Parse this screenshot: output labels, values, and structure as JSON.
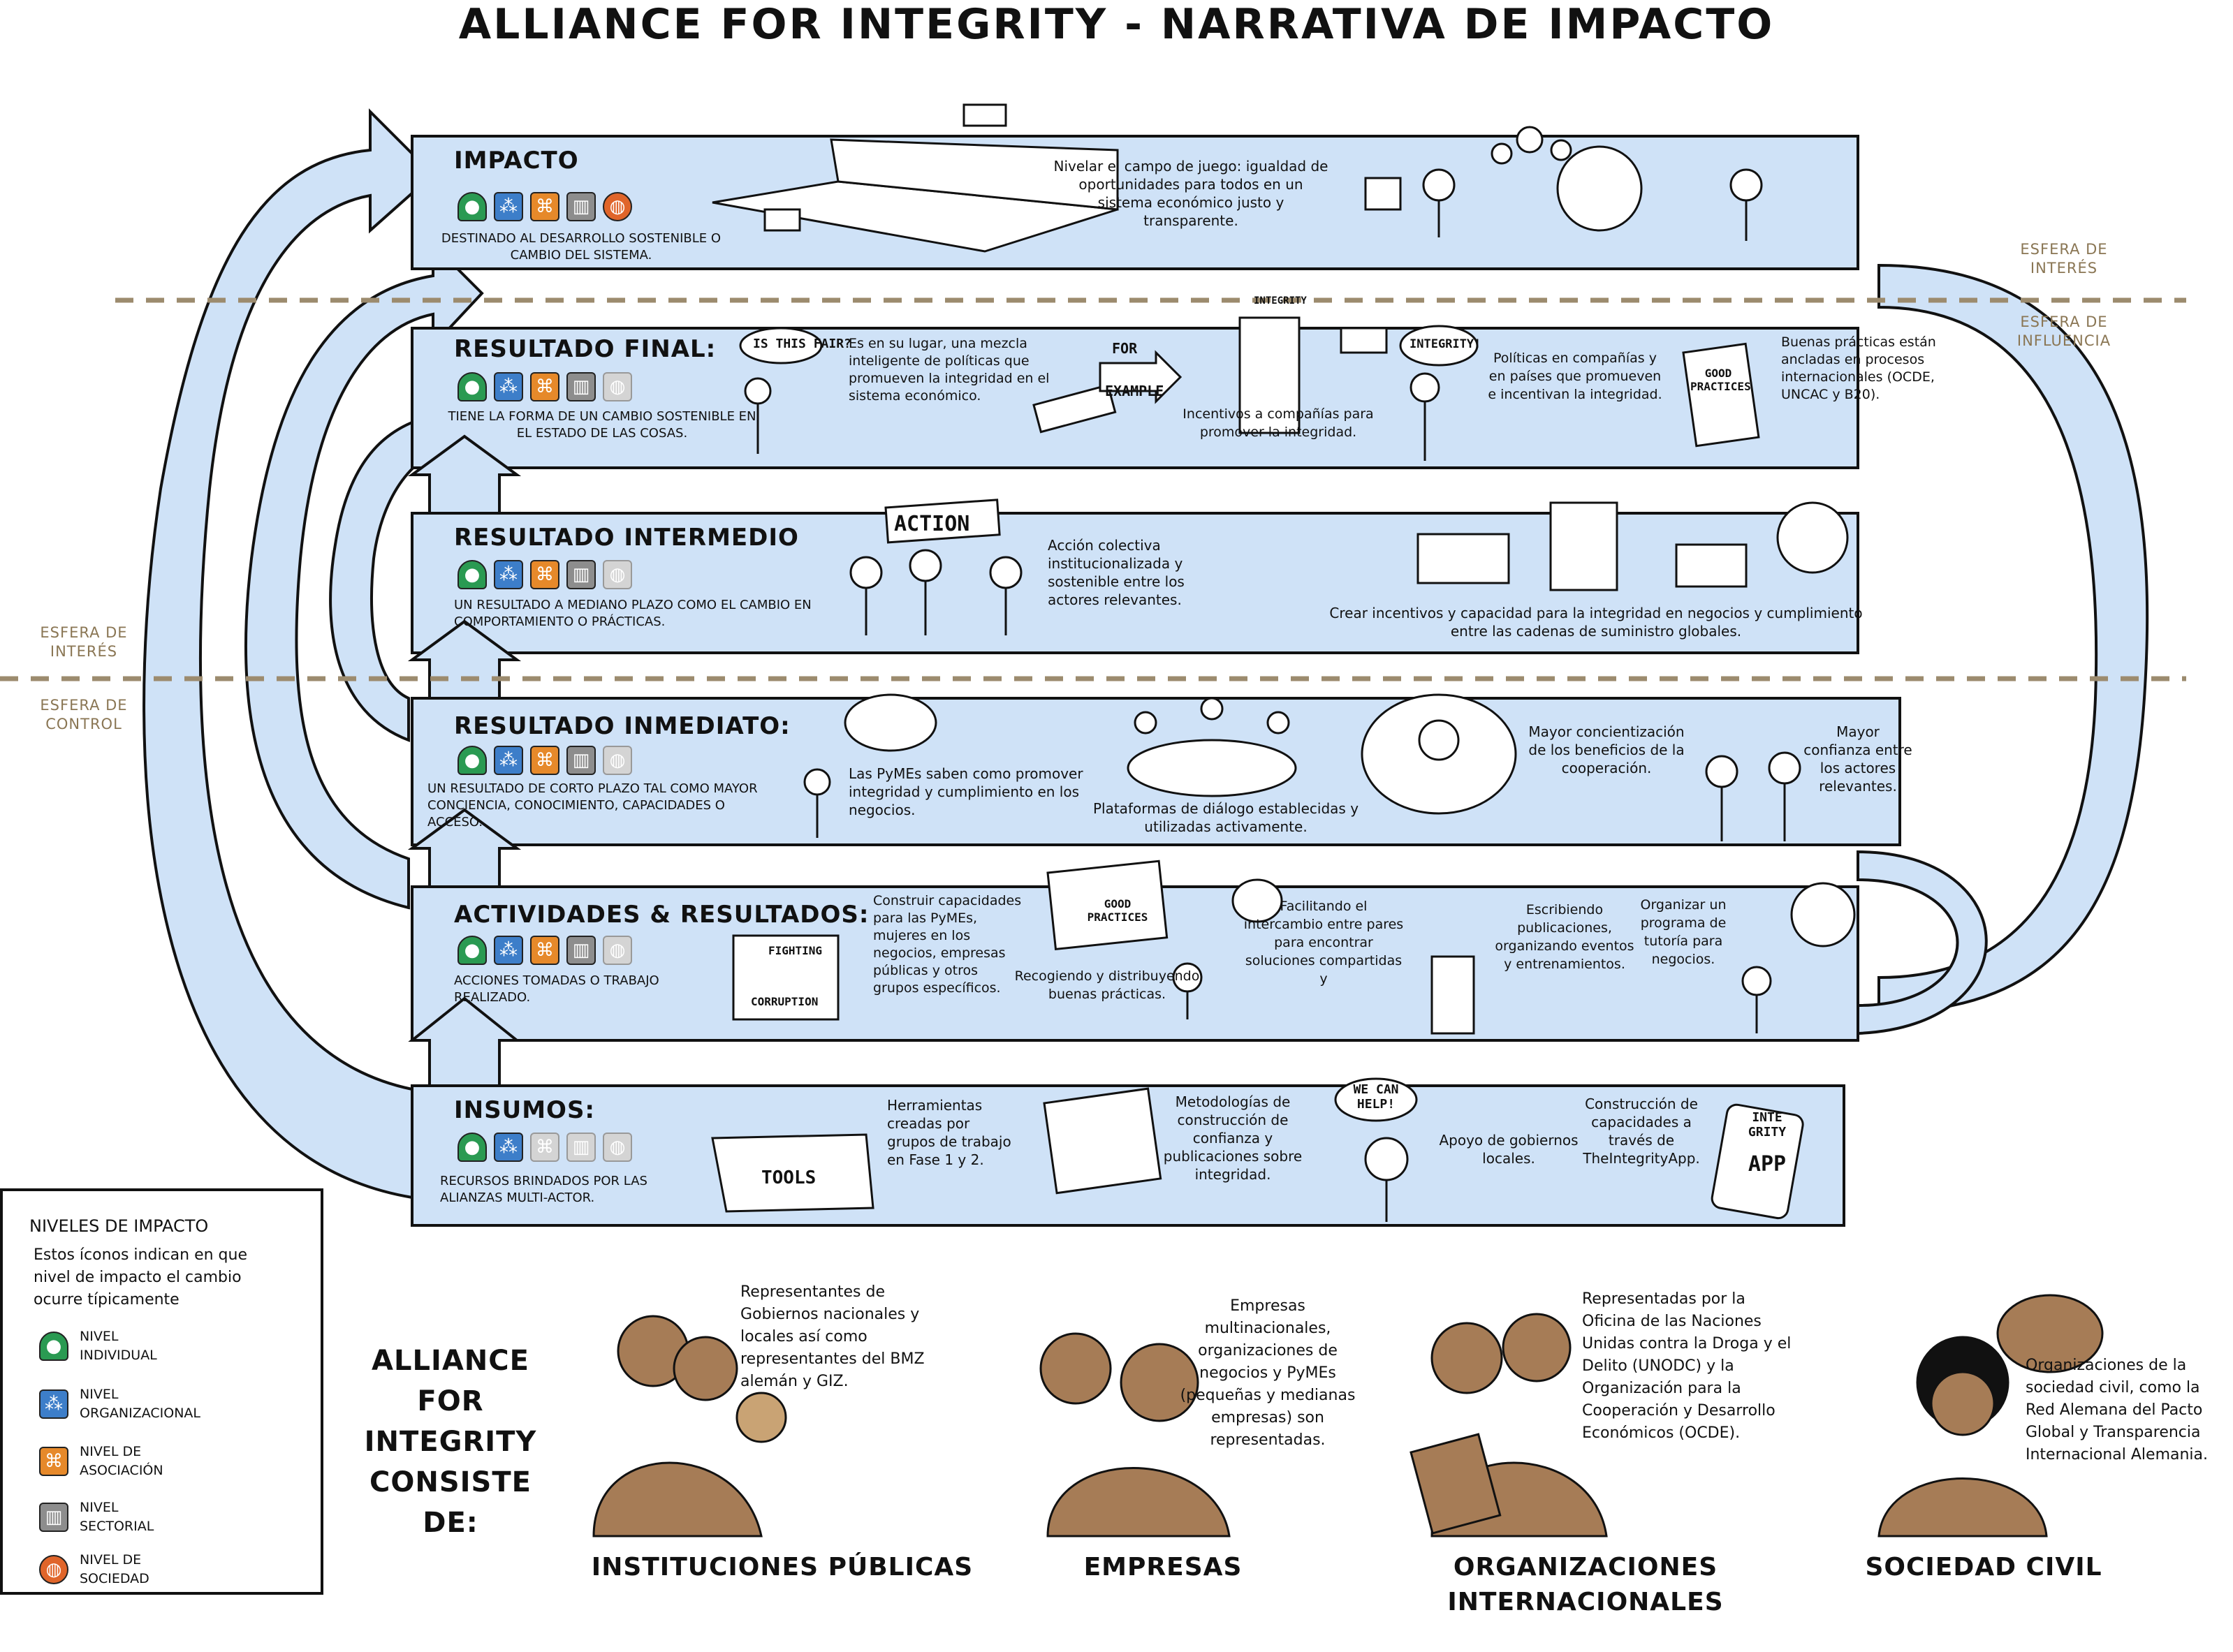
{
  "title": "ALLIANCE FOR INTEGRITY - NARRATIVA DE IMPACTO",
  "spheres": {
    "interes_right": "ESFERA DE INTERÉS",
    "influencia_right": "ESFERA DE INFLUENCIA",
    "interes_left": "ESFERA DE INTERÉS",
    "control_left": "ESFERA DE CONTROL"
  },
  "levels": {
    "impacto": {
      "title": "IMPACTO",
      "desc": "DESTINADO AL DESARROLLO SOSTENIBLE O CAMBIO DEL SISTEMA.",
      "texts": [
        "Nivelar el campo de juego: igualdad de oportunidades para todos en un sistema económico justo y transparente."
      ]
    },
    "final": {
      "title": "RESULTADO FINAL:",
      "desc": "TIENE LA FORMA DE UN CAMBIO SOSTENIBLE EN EL ESTADO DE LAS COSAS.",
      "texts": [
        "Es en su lugar, una mezcla inteligente de políticas que promueven la integridad en el sistema económico.",
        "Incentivos a compañías para promover la integridad.",
        "Políticas en compañías y en países que promueven e incentivan la integridad.",
        "Buenas prácticas están ancladas en procesos internacionales (OCDE, UNCAC y B20)."
      ],
      "bubble1": "IS THIS FAIR?",
      "bubble2": "INTEGRITY!",
      "arrow_label1": "FOR",
      "arrow_label2": "EXAMPLE",
      "sign": "INTEGRITY",
      "book": "GOOD PRACTICES"
    },
    "intermedio": {
      "title": "RESULTADO INTERMEDIO",
      "desc": "UN RESULTADO A MEDIANO PLAZO COMO EL CAMBIO EN COMPORTAMIENTO O PRÁCTICAS.",
      "texts": [
        "Acción colectiva institucionalizada y sostenible entre los actores relevantes.",
        "Crear incentivos y capacidad para la integridad en negocios y cumplimiento entre las cadenas de suministro globales."
      ],
      "banner": "ACTION"
    },
    "inmediato": {
      "title": "RESULTADO INMEDIATO:",
      "desc": "UN RESULTADO DE CORTO PLAZO TAL COMO MAYOR CONCIENCIA, CONOCIMIENTO, CAPACIDADES O ACCESO.",
      "texts": [
        "Las PyMEs saben como promover integridad y cumplimiento en los negocios.",
        "Plataformas de diálogo establecidas y utilizadas activamente.",
        "Mayor concientización de los beneficios de la cooperación.",
        "Mayor confianza entre los actores relevantes."
      ]
    },
    "actividades": {
      "title": "ACTIVIDADES & RESULTADOS:",
      "desc": "ACCIONES TOMADAS O TRABAJO REALIZADO.",
      "texts": [
        "Construir capacidades para las PyMEs, mujeres en los negocios, empresas públicas y otros grupos específicos.",
        "Recogiendo y distribuyendo buenas prácticas.",
        "Facilitando el intercambio entre pares para encontrar soluciones compartidas y",
        "Escribiendo publicaciones, organizando eventos y entrenamientos.",
        "Organizar un programa de tutoría para negocios."
      ],
      "board1": "FIGHTING",
      "board2": "CORRUPTION",
      "box": "GOOD PRACTICES"
    },
    "insumos": {
      "title": "INSUMOS:",
      "desc": "RECURSOS BRINDADOS POR LAS ALIANZAS MULTI-ACTOR.",
      "texts": [
        "Herramientas creadas por grupos de trabajo en Fase 1 y 2.",
        "Metodologías de construcción de confianza y publicaciones sobre integridad.",
        "Apoyo de gobiernos locales.",
        "Construcción de capacidades a través de TheIntegrityApp."
      ],
      "tools": "TOOLS",
      "help": "WE CAN HELP!",
      "app1": "INTE GRITY",
      "app2": "APP"
    }
  },
  "legend": {
    "title": "NIVELES DE IMPACTO",
    "desc": "Estos íconos indican en que nivel de impacto el cambio ocurre típicamente",
    "items": [
      "NIVEL INDIVIDUAL",
      "NIVEL ORGANIZACIONAL",
      "NIVEL DE ASOCIACIÓN",
      "NIVEL SECTORIAL",
      "NIVEL DE SOCIEDAD"
    ]
  },
  "consiste": "ALLIANCE FOR INTEGRITY CONSISTE DE:",
  "groups": [
    {
      "label": "INSTITUCIONES PÚBLICAS",
      "text": "Representantes de Gobiernos nacionales y locales así como representantes del BMZ alemán y GIZ."
    },
    {
      "label": "EMPRESAS",
      "text": "Empresas multinacionales, organizaciones de negocios y PyMEs (pequeñas y medianas empresas) son representadas."
    },
    {
      "label": "ORGANIZACIONES INTERNACIONALES",
      "text": "Representadas por la Oficina de las Naciones Unidas contra la Droga y el Delito (UNODC) y la Organización para la Cooperación y Desarrollo Económicos (OCDE)."
    },
    {
      "label": "SOCIEDAD CIVIL",
      "text": "Organizaciones de la sociedad civil, como la Red Alemana del Pacto Global y Transparencia Internacional Alemania."
    }
  ],
  "colors": {
    "band": "#cfe2f7",
    "outline": "#111111",
    "sphere_line": "#9c8b6e",
    "skin": "#a67c56"
  },
  "icons": [
    "person-icon",
    "group-icon",
    "handshake-icon",
    "buildings-icon",
    "globe-icon"
  ]
}
